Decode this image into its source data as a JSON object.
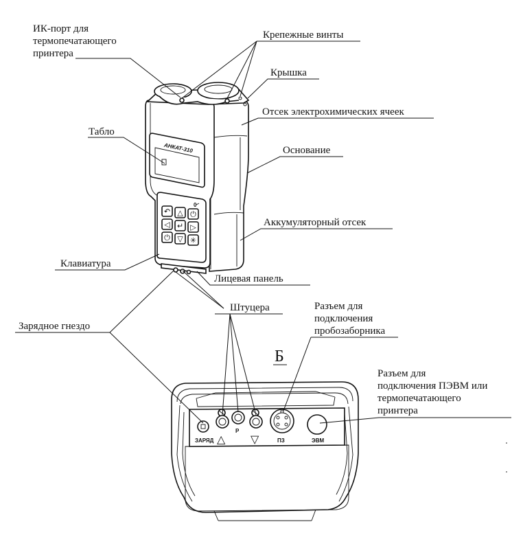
{
  "labels": {
    "ir_port": [
      "ИК-порт для",
      "термопечатающего",
      "принтера"
    ],
    "screws": "Крепежные винты",
    "cover": "Крышка",
    "cell_compartment": "Отсек электрохимических ячеек",
    "display": "Табло",
    "base": "Основание",
    "battery": "Аккумуляторный отсек",
    "keyboard": "Клавиатура",
    "front_panel": "Лицевая панель",
    "fittings": "Штуцера",
    "charge_socket": "Зарядное гнездо",
    "probe_connector": [
      "Разъем для",
      "подключения",
      "пробозаборника"
    ],
    "pc_connector": [
      "Разъем для",
      "подключения ПЭВМ или",
      "термопечатающего",
      "принтера"
    ]
  },
  "view_letter": "Б",
  "device": {
    "brand": "АНКАТ-310",
    "panel_labels": {
      "charge": "ЗАРЯД",
      "p": "Р",
      "pz": "ПЗ",
      "evm": "ЭВМ"
    },
    "arrows": {
      "up": "△",
      "down": "▽"
    },
    "key_symbols": [
      "↶",
      "△",
      "⏻",
      "◁",
      "↵",
      "▷",
      "⏻",
      "▽",
      "✳"
    ]
  }
}
